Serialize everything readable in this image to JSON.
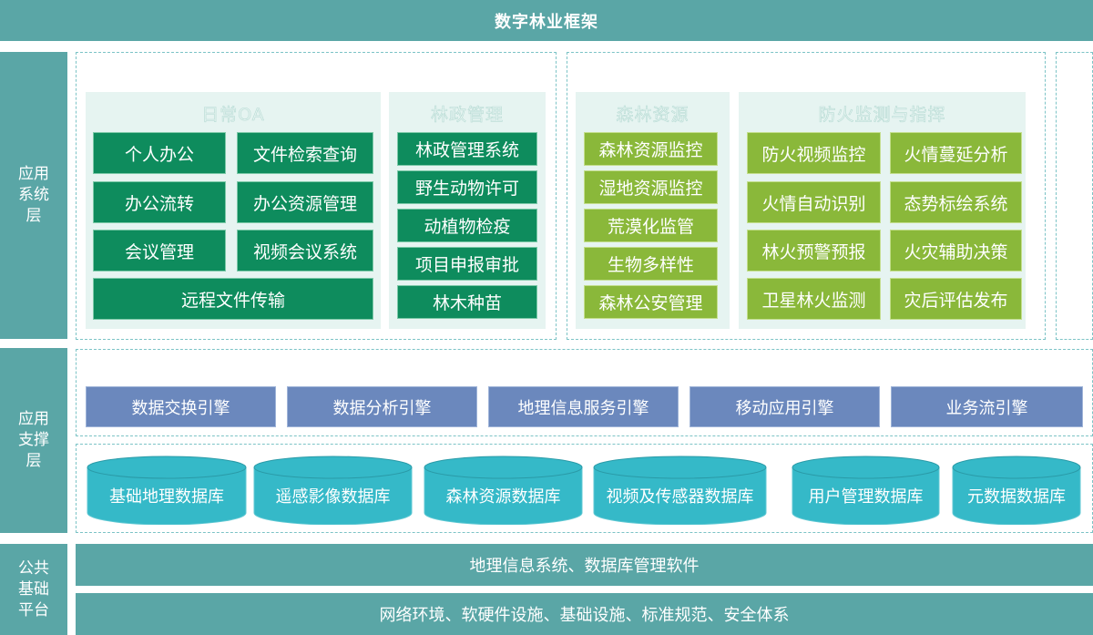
{
  "title": "数字林业框架",
  "layers": {
    "application": "应用\n系统\n层",
    "support": "应用\n支撑\n层",
    "platform": "公共\n基础\n平台"
  },
  "panels": {
    "oa": {
      "title": "日常OA",
      "items": [
        "个人办公",
        "文件检索查询",
        "办公流转",
        "办公资源管理",
        "会议管理",
        "视频会议系统",
        "远程文件传输"
      ]
    },
    "admin": {
      "title": "林政管理",
      "items": [
        "林政管理系统",
        "野生动物许可",
        "动植物检疫",
        "项目申报审批",
        "林木种苗"
      ]
    },
    "resources": {
      "title": "森林资源",
      "items": [
        "森林资源监控",
        "湿地资源监控",
        "荒漠化监管",
        "生物多样性",
        "森林公安管理"
      ]
    },
    "fire": {
      "title": "防火监测与指挥",
      "items": [
        "防火视频监控",
        "火情蔓延分析",
        "火情自动识别",
        "态势标绘系统",
        "林火预警预报",
        "火灾辅助决策",
        "卫星林火监测",
        "灾后评估发布"
      ]
    }
  },
  "engines": [
    "数据交换引擎",
    "数据分析引擎",
    "地理信息服务引擎",
    "移动应用引擎",
    "业务流引擎"
  ],
  "databases": [
    "基础地理数据库",
    "遥感影像数据库",
    "森林资源数据库",
    "视频及传感器数据库",
    "用户管理数据库",
    "元数据数据库"
  ],
  "platform_rows": [
    "地理信息系统、数据库管理软件",
    "网络环境、软硬件设施、基础设施、标准规范、安全体系"
  ],
  "colors": {
    "teal": "#5aa6a6",
    "dark_green": "#0e8c5d",
    "light_green": "#8ab83a",
    "engine_blue": "#6b88bd",
    "db_cyan": "#35b9c8"
  }
}
